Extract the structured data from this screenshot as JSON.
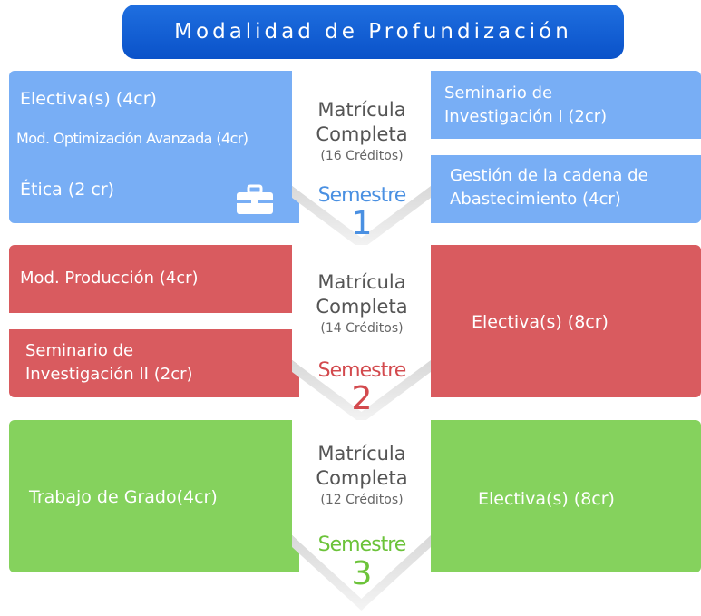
{
  "title": "Modalidad de Profundización",
  "colors": {
    "title": "#0a52c9",
    "semester1": "#78aef5",
    "semester2": "#d95b5f",
    "semester3": "#85d25d"
  },
  "semesters": [
    {
      "heading": "Matrícula",
      "heading2": "Completa",
      "credits": "(16 Créditos)",
      "label": "Semestre",
      "number": "1",
      "left": [
        "Electiva(s) (4cr)",
        "Mod. Optimización Avanzada (4cr)",
        "Ética (2 cr)"
      ],
      "right": [
        "Seminario de",
        "Investigación I (2cr)",
        "Gestión de la cadena de",
        "Abastecimiento (4cr)"
      ],
      "icon": "briefcase-icon"
    },
    {
      "heading": "Matrícula",
      "heading2": "Completa",
      "credits": "(14 Créditos)",
      "label": "Semestre",
      "number": "2",
      "left": [
        "Mod. Producción (4cr)",
        "Seminario de",
        "Investigación II (2cr)"
      ],
      "right": [
        "Electiva(s) (8cr)"
      ]
    },
    {
      "heading": "Matrícula",
      "heading2": "Completa",
      "credits": "(12 Créditos)",
      "label": "Semestre",
      "number": "3",
      "left": [
        "Trabajo de Grado(4cr)"
      ],
      "right": [
        "Electiva(s) (8cr)"
      ]
    }
  ]
}
